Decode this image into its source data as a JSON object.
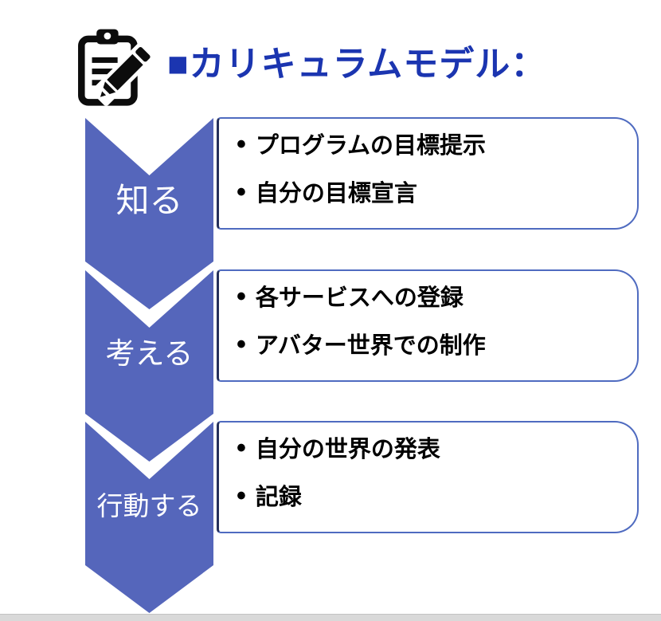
{
  "header": {
    "title": "■カリキュラムモデル：",
    "icon": "clipboard-pencil-icon"
  },
  "bullet_char": "•",
  "stages": [
    {
      "label": "知る",
      "items": [
        "プログラムの目標提示",
        "自分の目標宣言"
      ]
    },
    {
      "label": "考える",
      "items": [
        "各サービスへの登録",
        "アバター世界での制作"
      ]
    },
    {
      "label": "行動する",
      "items": [
        "自分の世界の発表",
        "記録"
      ]
    }
  ],
  "colors": {
    "titleBlue": "#1b35b0",
    "chevron": "#5566bb",
    "boxBorder": "#4f6bc0",
    "boxLeftBorder": "#25305c",
    "bottomBar": "#d9d9d9"
  }
}
